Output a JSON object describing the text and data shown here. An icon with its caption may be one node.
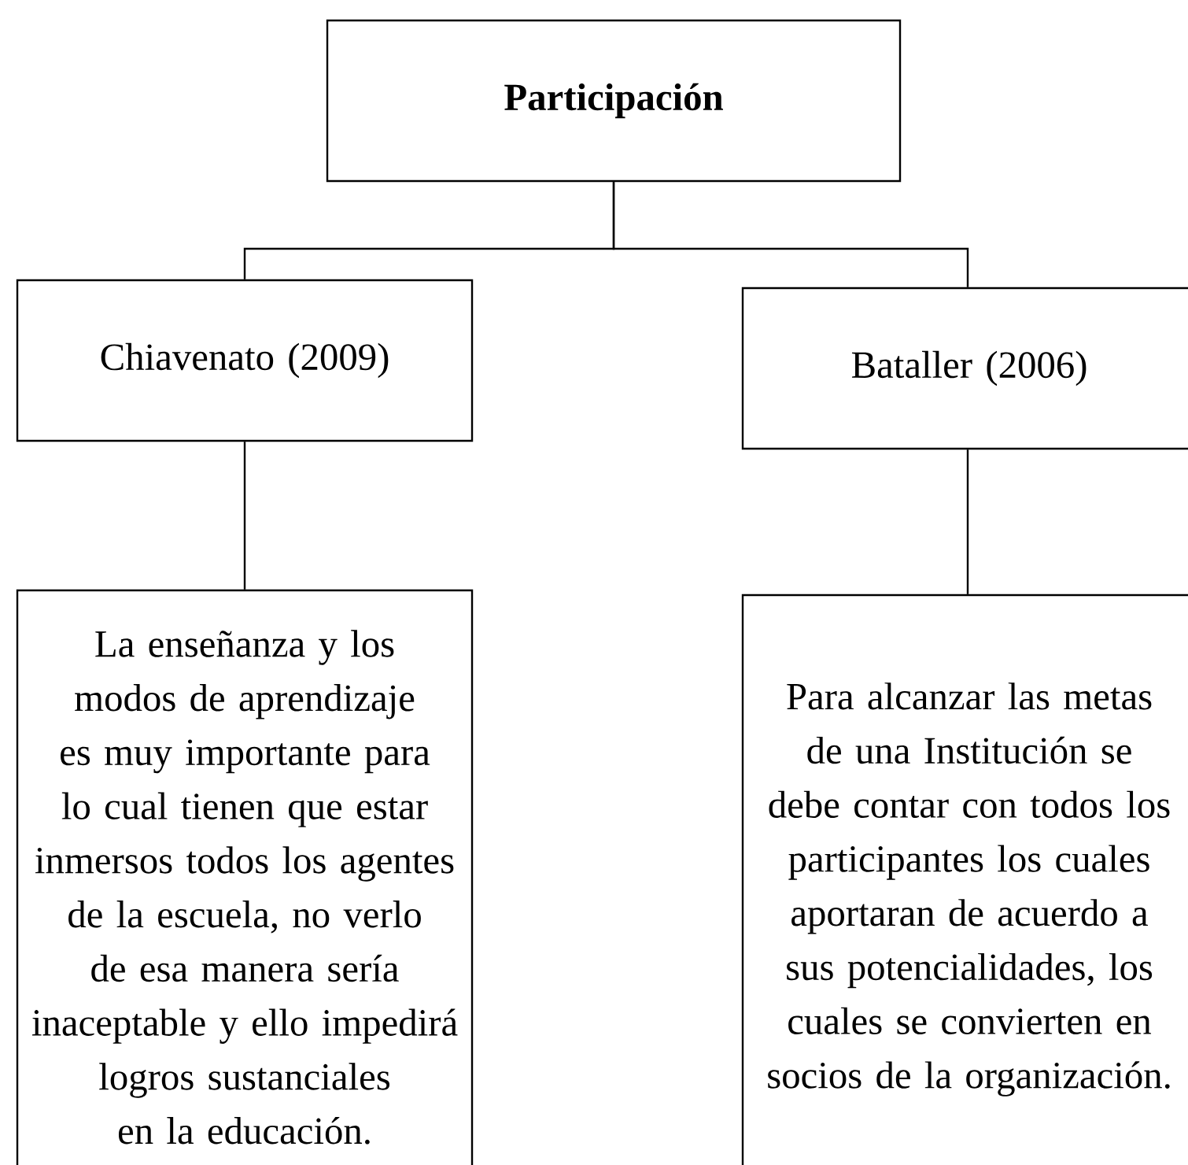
{
  "diagram": {
    "nodes": [
      {
        "text": [
          "Participación"
        ]
      },
      {
        "text": [
          "Chiavenato (2009)"
        ]
      },
      {
        "text": [
          "Bataller (2006)"
        ]
      },
      {
        "text": [
          "La enseñanza y los modos de aprendizaje es muy importante para lo cual tienen que estar inmersos todos los agentes de la escuela, no verlo de esa manera sería inaceptable y ello impedirá logros sustanciales en la educación."
        ]
      },
      {
        "text": [
          "Para alcanzar las metas de una Institución se debe contar con todos los participantes los cuales aportaran de acuerdo a sus potencialidades, los cuales se convierten en socios de la organización."
        ]
      }
    ],
    "edges": [
      {
        "from": 0,
        "to": 1,
        "arrow": "none"
      },
      {
        "from": 0,
        "to": 2,
        "arrow": "none"
      },
      {
        "from": 1,
        "to": 3,
        "arrow": "none"
      },
      {
        "from": 2,
        "to": 4,
        "arrow": "none"
      }
    ]
  }
}
